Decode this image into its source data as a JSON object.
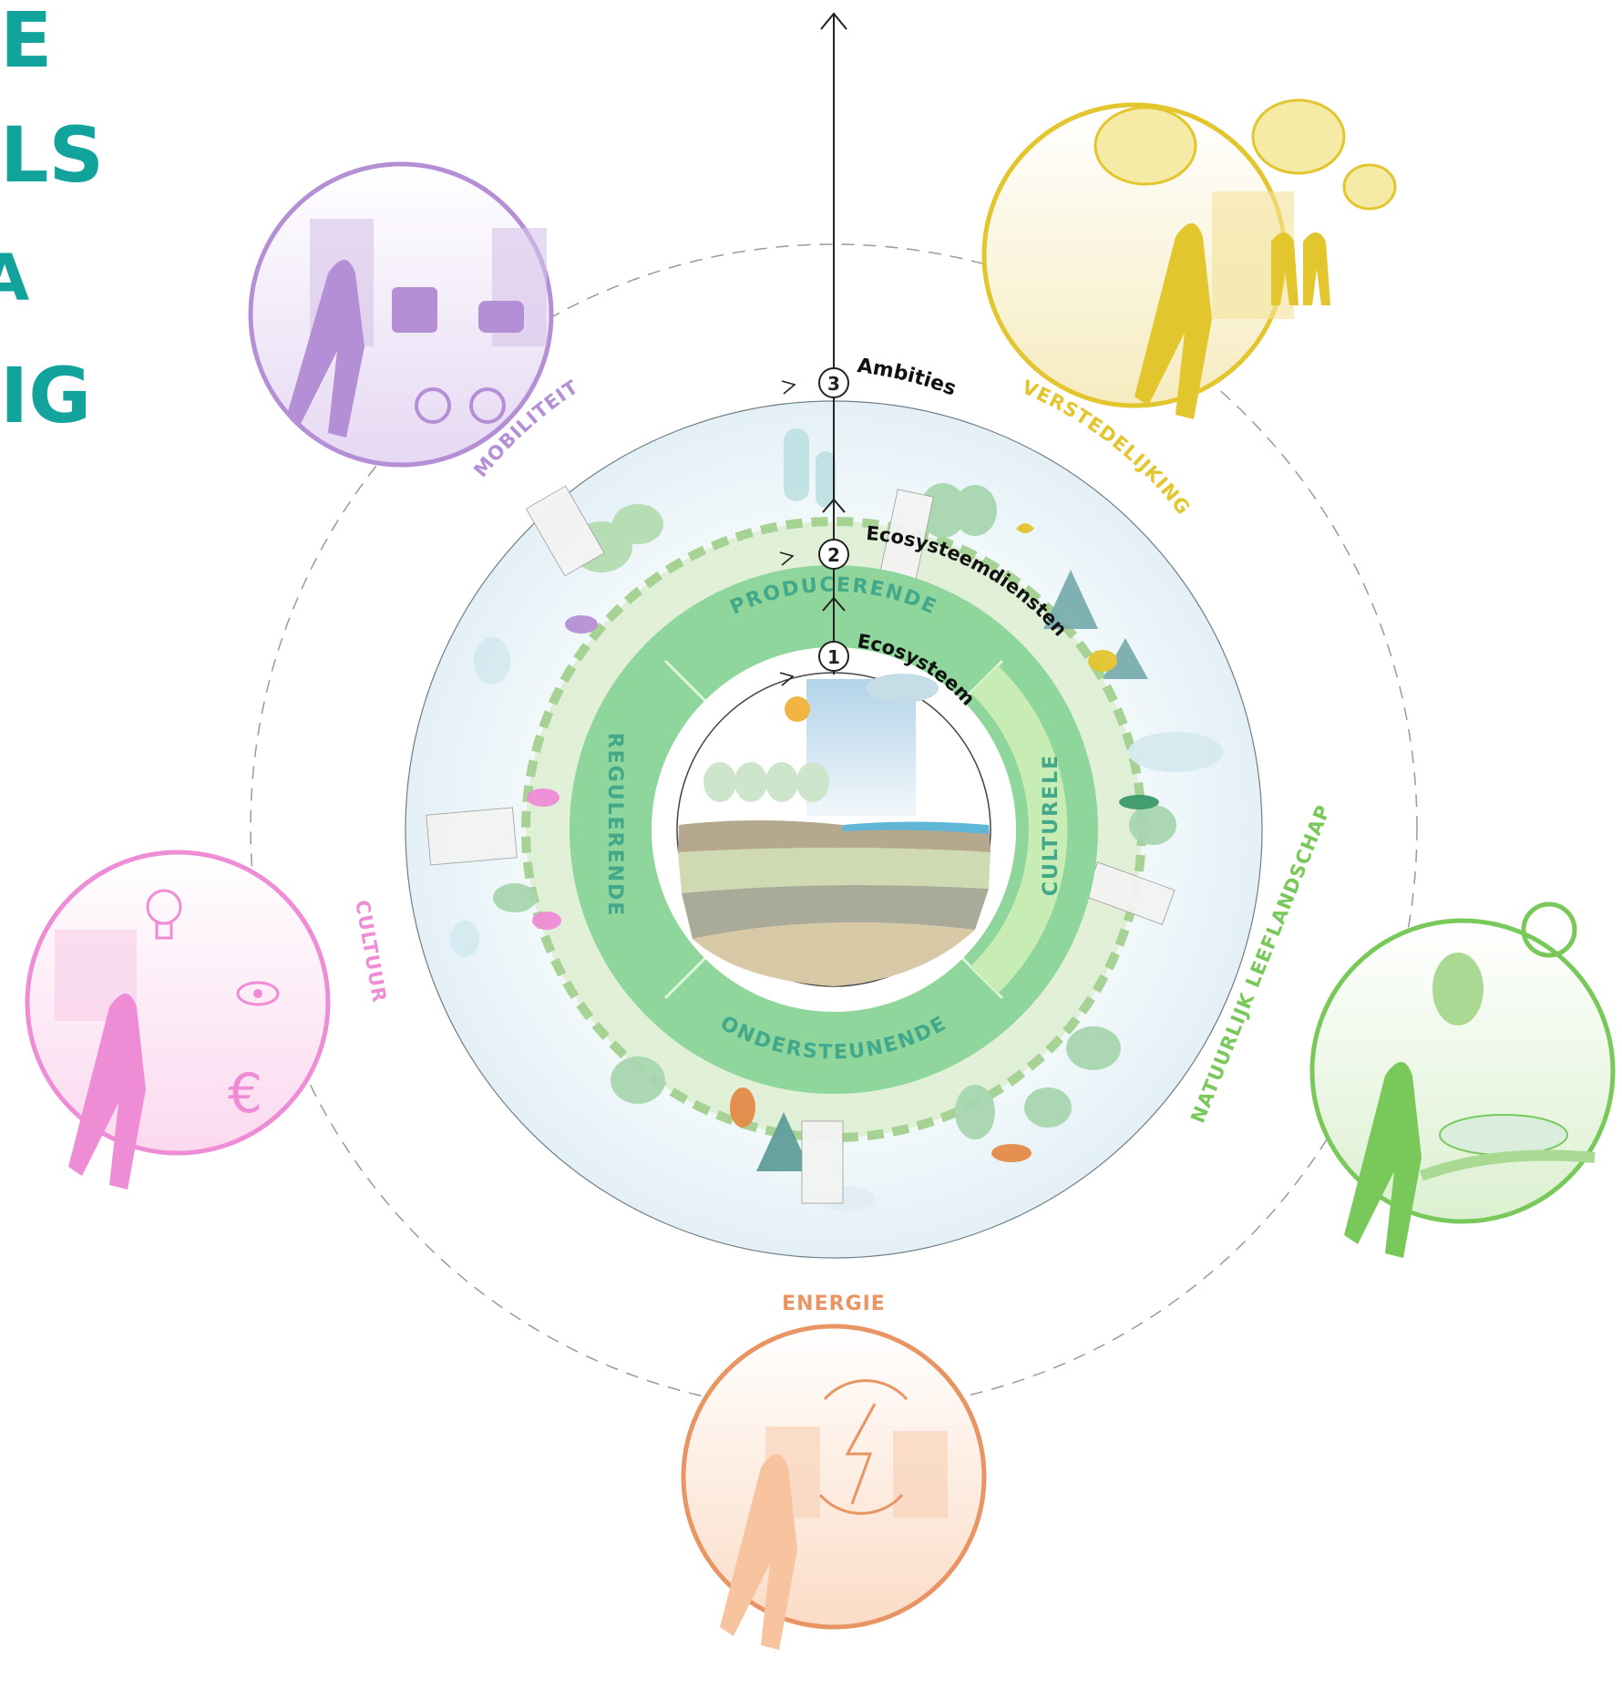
{
  "colors": {
    "heading": "#12a39c",
    "mobiliteit": "#b58fd6",
    "verstedelijking": "#e3c52e",
    "natuurlijk": "#79c95a",
    "energie": "#e99563",
    "cultuur": "#ef8cd6",
    "ring_green": "#8ed69b",
    "ring_light": "#c3ebb8",
    "ring_label": "#42a88a",
    "axis": "#222222"
  },
  "heading_fragments": [
    "E",
    "LS",
    "A",
    "IG"
  ],
  "levels": [
    {
      "number": "1",
      "label": "Ecosysteem"
    },
    {
      "number": "2",
      "label": "Ecosysteemdiensten"
    },
    {
      "number": "3",
      "label": "Ambities"
    }
  ],
  "ring_segments": [
    {
      "label": "PRODUCERENDE"
    },
    {
      "label": "CULTURELE"
    },
    {
      "label": "ONDERSTEUNENDE"
    },
    {
      "label": "REGULERENDE"
    }
  ],
  "themes": [
    {
      "label": "MOBILITEIT",
      "icon": "mobility-icon"
    },
    {
      "label": "VERSTEDELIJKING",
      "icon": "urbanization-icon"
    },
    {
      "label": "NATUURLIJK LEEFLANDSCHAP",
      "icon": "nature-landscape-icon"
    },
    {
      "label": "ENERGIE",
      "icon": "energy-icon"
    },
    {
      "label": "CULTUUR",
      "icon": "culture-icon"
    }
  ]
}
